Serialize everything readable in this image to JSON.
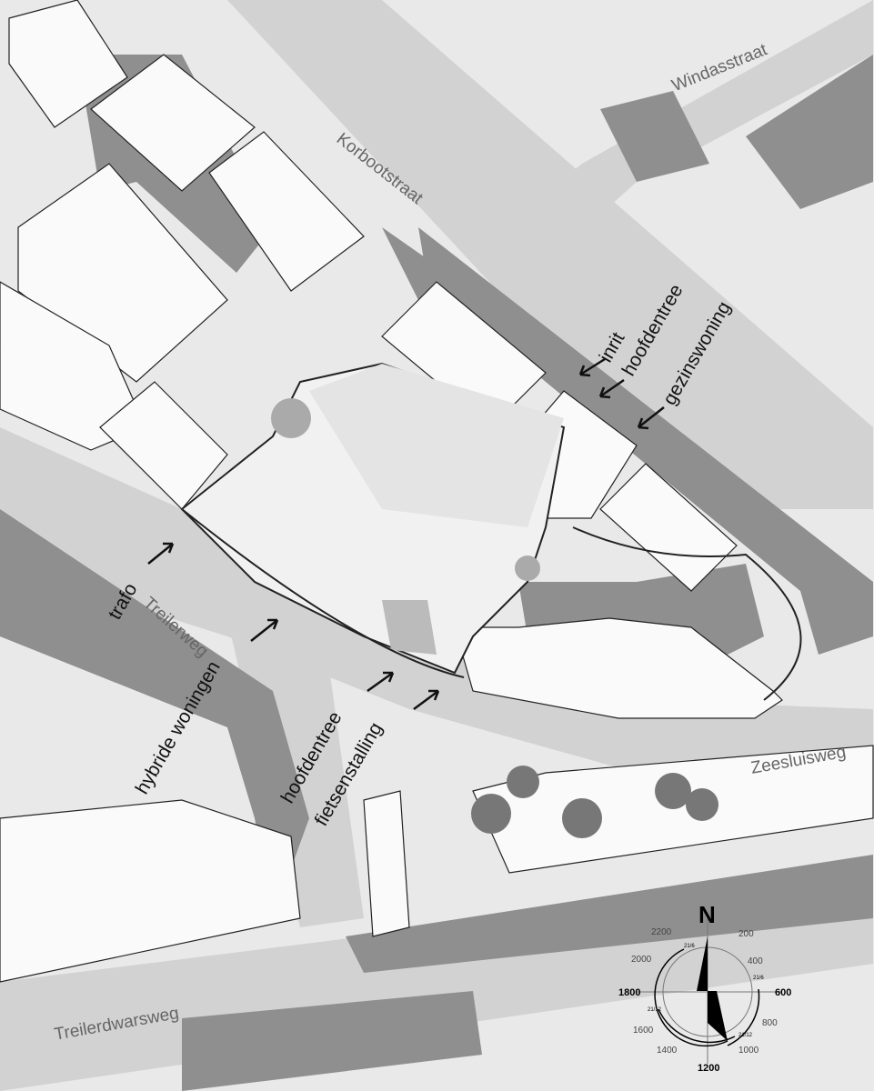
{
  "streets": {
    "korbootstraat": "Korbootstraat",
    "windasstraat": "Windasstraat",
    "treilerweg": "Treilerweg",
    "zeesluisweg": "Zeesluisweg",
    "treilerdwarsweg": "Treilerdwarsweg"
  },
  "annotations": {
    "inrit": "inrit",
    "hoofdentree_north": "hoofdentree",
    "gezinswoning": "gezinswoning",
    "trafo": "trafo",
    "hybride_woningen": "hybride woningen",
    "hoofdentree_south": "hoofdentree",
    "fietsenstalling": "fietsenstalling"
  },
  "compass": {
    "north": "N",
    "hours": {
      "h200": "200",
      "h400": "400",
      "h600": "600",
      "h800": "800",
      "h1000": "1000",
      "h1200": "1200",
      "h1400": "1400",
      "h1600": "1600",
      "h1800": "1800",
      "h2000": "2000",
      "h2200": "2200"
    },
    "dates": {
      "summer_start": "21/6",
      "summer_end": "21/6",
      "winter_start": "21/12",
      "winter_end": "21/12"
    }
  }
}
